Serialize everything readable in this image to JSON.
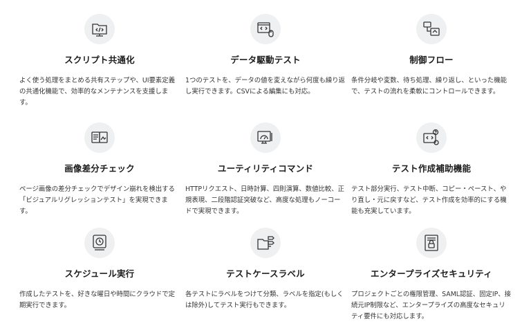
{
  "features": [
    {
      "title": "スクリプト共通化",
      "desc": "よく使う処理をまとめる共有ステップや、UI要素定義の共通化機能で、効率的なメンテナンスを支援します。",
      "icon": "folder-code-icon"
    },
    {
      "title": "データ駆動テスト",
      "desc": "1つのテストを、データの値を変えながら何度も繰り返し実行できます。CSVによる編集にも対応。",
      "icon": "code-window-mouse-icon"
    },
    {
      "title": "制御フロー",
      "desc": "条件分岐や変数、待ち処理、繰り返し、といった機能で、テストの流れを柔軟にコントロールできます。",
      "icon": "flow-windows-icon"
    },
    {
      "title": "画像差分チェック",
      "desc": "ページ画像の差分チェックでデザイン崩れを検出する「ビジュアルリグレッションテスト」を実現できます。",
      "icon": "image-diff-icon"
    },
    {
      "title": "ユーティリティコマンド",
      "desc": "HTTPリクエスト、日時計算、四則演算、数値比較、正規表現、二段階認証突破など、高度な処理もノーコードで実現できます。",
      "icon": "gauge-monitor-icon"
    },
    {
      "title": "テスト作成補助機能",
      "desc": "テスト部分実行、テスト中断、コピー・ペースト、やり直し・元に戻すなど、テスト作成を効率的にする機能も充実しています。",
      "icon": "code-help-gear-icon"
    },
    {
      "title": "スケジュール実行",
      "desc": "作成したテストを、好きな曜日や時間にクラウドで定期実行できます。",
      "icon": "clock-monitor-icon"
    },
    {
      "title": "テストケースラベル",
      "desc": "各テストにラベルをつけて分類、ラベルを指定(もしくは除外)してテスト実行もできます。",
      "icon": "folder-labels-icon"
    },
    {
      "title": "エンタープライズセキュリティ",
      "desc": "プロジェクトごとの権限管理、SAML認証、固定IP、接続元IP制限など、エンタープライズの高度なセキュリティ要件にも対応します。",
      "icon": "lock-document-icon"
    }
  ]
}
